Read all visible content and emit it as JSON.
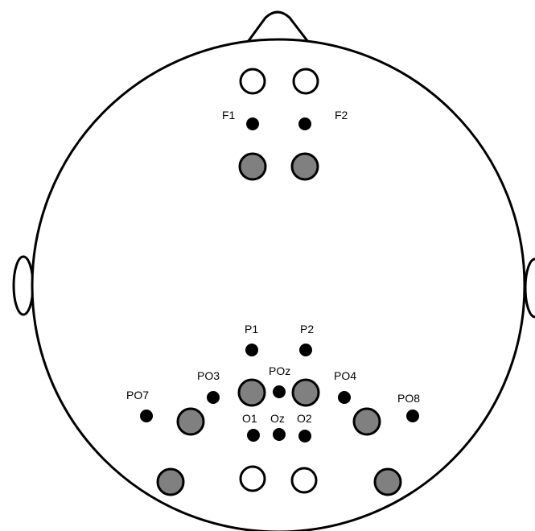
{
  "colors": {
    "outline": "#000000",
    "background": "#ffffff",
    "electrode_dot": "#000000",
    "sensor_gray": "#808080",
    "sensor_open": "#ffffff"
  },
  "labels": {
    "F1": "F1",
    "F2": "F2",
    "P1": "P1",
    "P2": "P2",
    "PO3": "PO3",
    "POz": "POz",
    "PO4": "PO4",
    "PO7": "PO7",
    "PO8": "PO8",
    "O1": "O1",
    "Oz": "Oz",
    "O2": "O2"
  }
}
